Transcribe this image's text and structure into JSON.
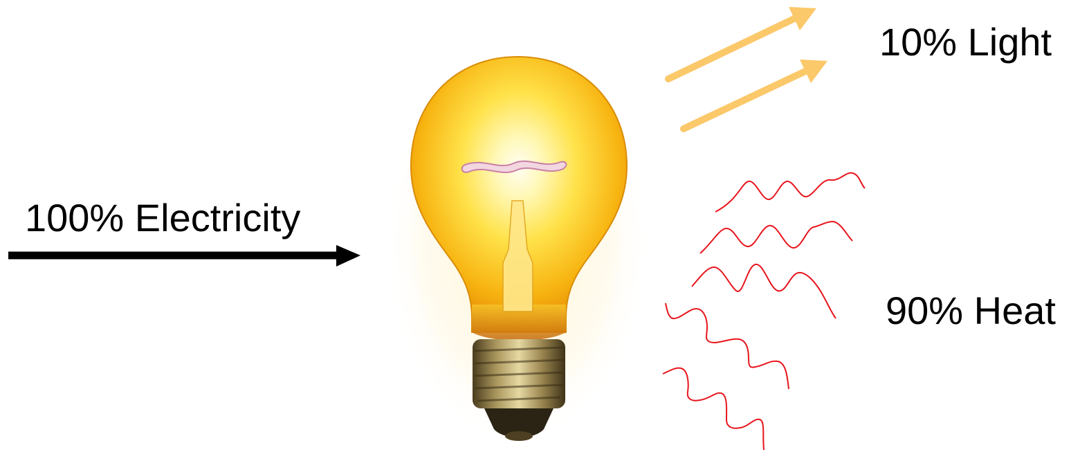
{
  "labels": {
    "input": "100% Electricity",
    "light_output": "10% Light",
    "heat_output": "90% Heat"
  },
  "colors": {
    "input_arrow": "#000000",
    "light_arrows": "#fbc86a",
    "heat_waves": "#e8141c",
    "bulb_glow": "#ffd21f",
    "bulb_core": "#fffbe8",
    "bulb_base": "#8a7a50"
  },
  "icons": {
    "bulb": "light-bulb-icon"
  }
}
